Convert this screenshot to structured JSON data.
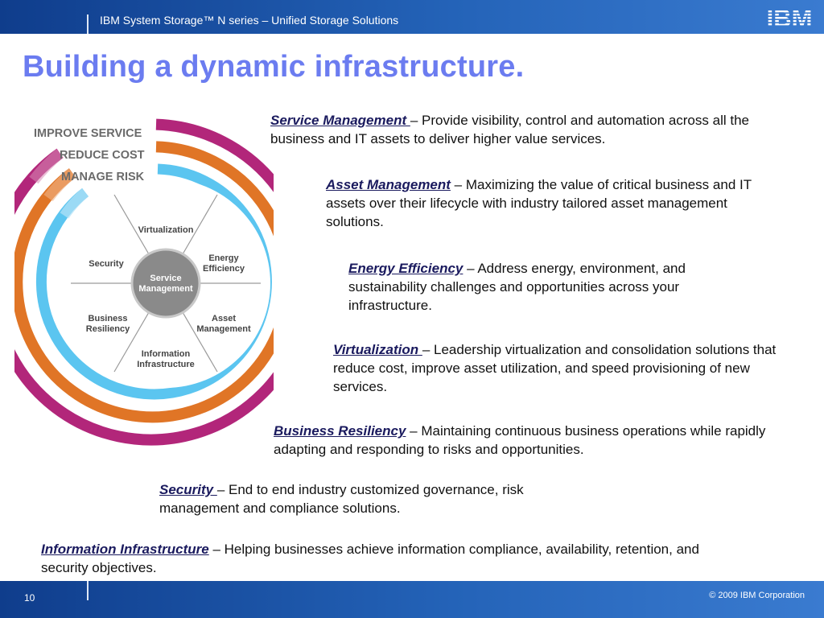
{
  "header": {
    "subtitle": "IBM System Storage™ N series – Unified Storage Solutions",
    "logo_text": "IBM"
  },
  "slide": {
    "title": "Building a dynamic infrastructure."
  },
  "diagram": {
    "rings": [
      {
        "label": "IMPROVE SERVICE",
        "color": "#b2267a"
      },
      {
        "label": "REDUCE COST",
        "color": "#e07526"
      },
      {
        "label": "MANAGE RISK",
        "color": "#5bc5f0"
      }
    ],
    "center": {
      "line1": "Service",
      "line2": "Management"
    },
    "segments": {
      "virtualization": "Virtualization",
      "energy": {
        "line1": "Energy",
        "line2": "Efficiency"
      },
      "asset": {
        "line1": "Asset",
        "line2": "Management"
      },
      "information": {
        "line1": "Information",
        "line2": "Infrastructure"
      },
      "business": {
        "line1": "Business",
        "line2": "Resiliency"
      },
      "security": "Security"
    }
  },
  "descriptions": [
    {
      "term": "Service Management ",
      "text": "–  Provide visibility, control and automation across all  the business and IT assets to deliver  higher value services."
    },
    {
      "term": "Asset Management",
      "text": " – Maximizing the value of critical business and IT assets over their lifecycle with industry tailored asset management solutions."
    },
    {
      "term": "Energy Efficiency",
      "text": " – Address energy, environment, and sustainability challenges and opportunities across your infrastructure."
    },
    {
      "term": "Virtualization ",
      "text": "– Leadership virtualization and consolidation solutions that reduce cost, improve asset utilization, and speed provisioning of new services."
    },
    {
      "term": "Business Resiliency",
      "text": " – Maintaining continuous business operations while rapidly adapting and responding to risks and opportunities."
    },
    {
      "term": "Security ",
      "text": "– End to end industry customized governance, risk management and compliance solutions."
    },
    {
      "term": "Information Infrastructure",
      "text": " – Helping businesses achieve information compliance, availability, retention, and security objectives."
    }
  ],
  "footer": {
    "page_number": "10",
    "copyright": "© 2009 IBM Corporation"
  }
}
